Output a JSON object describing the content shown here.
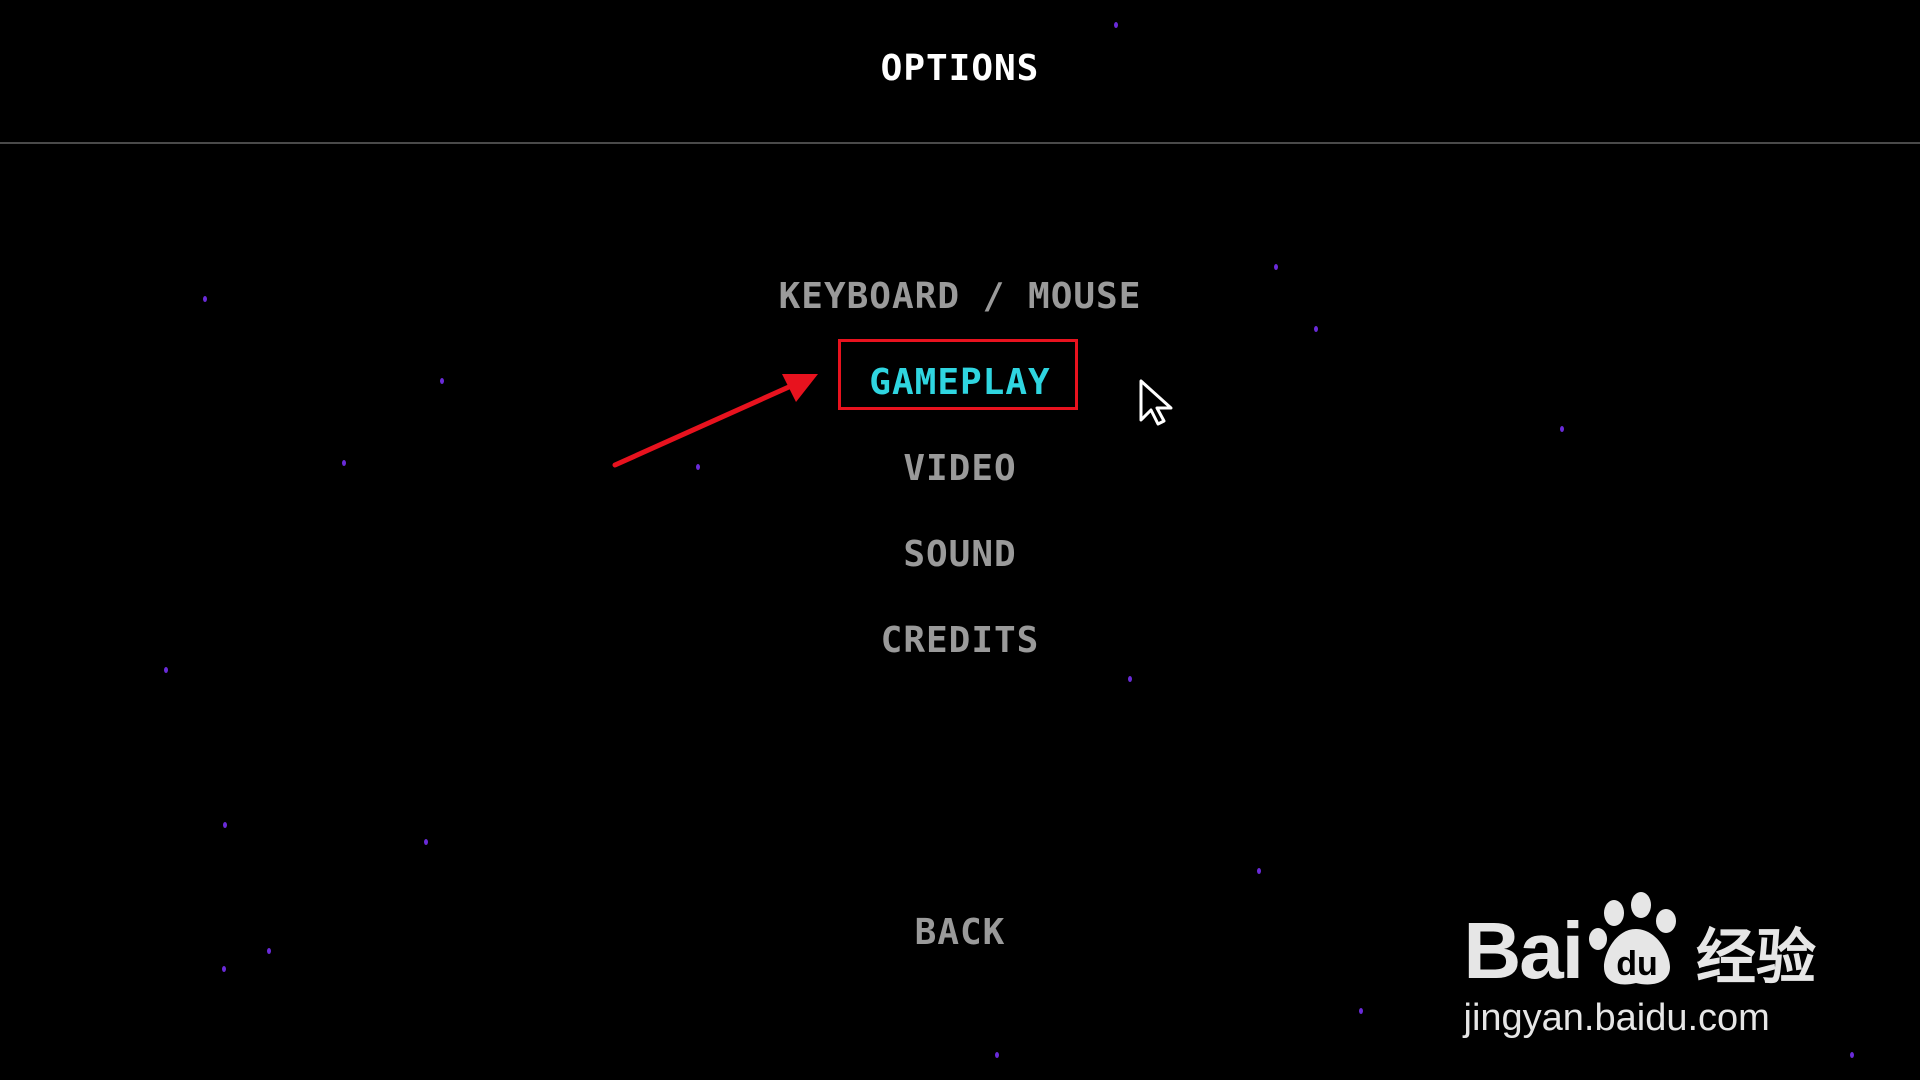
{
  "screen": {
    "title": "OPTIONS"
  },
  "menu": {
    "items": [
      {
        "label": "KEYBOARD / MOUSE",
        "selected": false
      },
      {
        "label": "GAMEPLAY",
        "selected": true
      },
      {
        "label": "VIDEO",
        "selected": false
      },
      {
        "label": "SOUND",
        "selected": false
      },
      {
        "label": "CREDITS",
        "selected": false
      }
    ],
    "back_label": "BACK"
  },
  "colors": {
    "background": "#000000",
    "title": "#ffffff",
    "menu_text": "#9a9a9a",
    "selected_text": "#2fd5e0",
    "annotation_red": "#e8121e",
    "star_purple": "#6a2bd9"
  },
  "icons": {
    "cursor": "mouse-pointer-icon",
    "annotation": "red-arrow-annotation",
    "watermark_logo": "baidu-paw-icon"
  },
  "watermark": {
    "brand": "Bai",
    "brand_suffix": "du",
    "chinese": "经验",
    "url": "jingyan.baidu.com"
  }
}
